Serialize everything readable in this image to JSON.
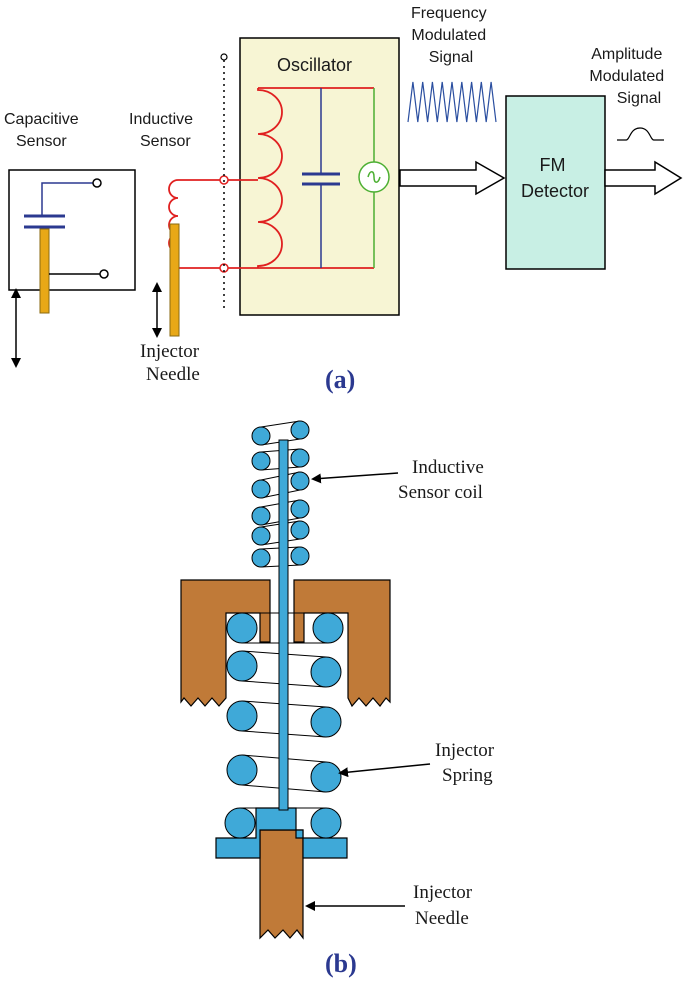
{
  "panel_a": {
    "capacitive_sensor": [
      "Capacitive",
      "Sensor"
    ],
    "inductive_sensor": [
      "Inductive",
      "Sensor"
    ],
    "oscillator": "Oscillator",
    "fm_signal": [
      "Frequency",
      "Modulated",
      "Signal"
    ],
    "fm_detector": [
      "FM",
      "Detector"
    ],
    "am_signal": [
      "Amplitude",
      "Modulated",
      "Signal"
    ],
    "injector_needle": [
      "Injector",
      "Needle"
    ],
    "figure_label": "(a)"
  },
  "panel_b": {
    "sensor_coil": [
      "Inductive",
      "Sensor coil"
    ],
    "injector_spring": [
      "Injector",
      "Spring"
    ],
    "injector_needle": [
      "Injector",
      "Needle"
    ],
    "figure_label": "(b)"
  },
  "colors": {
    "oscillator_fill": "#f7f5d4",
    "detector_fill": "#c8efe4",
    "coil_red": "#e02020",
    "capacitor_blue": "#2b3990",
    "needle_gold": "#e8a817",
    "source_green": "#4caf32",
    "fm_wave_blue": "#2b4fa0",
    "ball_blue": "#3fa9d8",
    "body_brown": "#c07a38"
  }
}
